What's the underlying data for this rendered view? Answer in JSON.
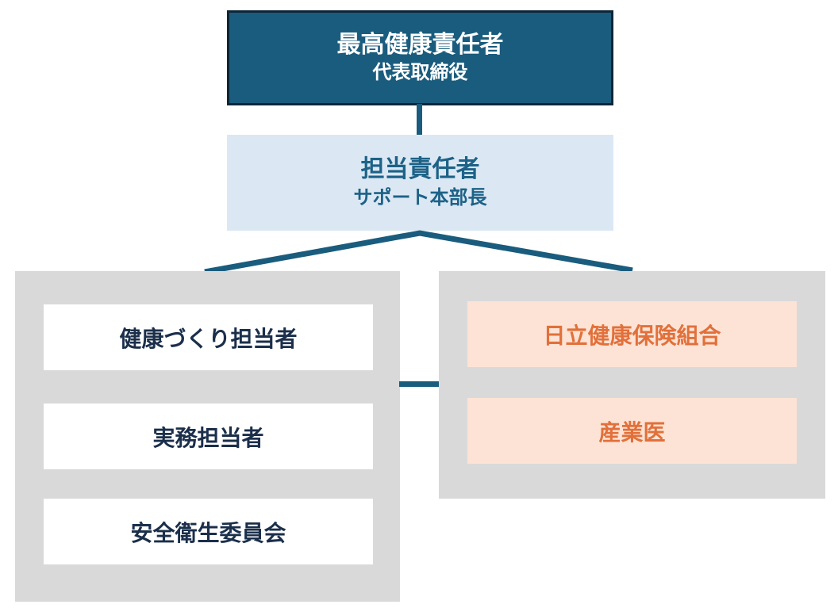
{
  "org_chart": {
    "chief": {
      "title": "最高健康責任者",
      "subtitle": "代表取締役"
    },
    "manager": {
      "title": "担当責任者",
      "subtitle": "サポート本部長"
    },
    "left_group": {
      "items": [
        {
          "label": "健康づくり担当者"
        },
        {
          "label": "実務担当者"
        },
        {
          "label": "安全衛生委員会"
        }
      ]
    },
    "right_group": {
      "items": [
        {
          "label": "日立健康保険組合"
        },
        {
          "label": "産業医"
        }
      ]
    },
    "colors": {
      "chief_bg": "#1A5C7D",
      "chief_border": "#0D2535",
      "chief_text": "#FFFFFF",
      "manager_bg": "#DBE8F4",
      "manager_text": "#1D6287",
      "panel_bg": "#D9D9D9",
      "left_item_bg": "#FFFFFF",
      "left_item_text": "#1B2F4B",
      "right_item_bg": "#FCE3D5",
      "right_item_text": "#E2703A",
      "connector": "#1A5C7D"
    }
  }
}
